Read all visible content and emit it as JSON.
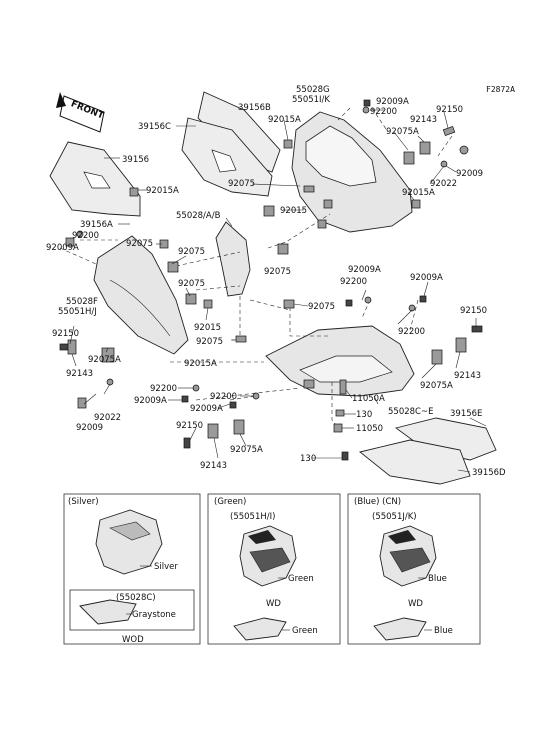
{
  "figure_code": "F2872A",
  "front_label": "FRONT",
  "labels": {
    "p39156B": "39156B",
    "p39156C": "39156C",
    "p39156": "39156",
    "p39156A": "39156A",
    "p92015A_top": "92015A",
    "p55028G": "55028G",
    "p55051IK": "55051I/K",
    "p92009A_top": "92009A",
    "p92200_top": "92200",
    "p92150_top": "92150",
    "p92143_top": "92143",
    "p92075A_top": "92075A",
    "p92009_top": "92009",
    "p92022_top": "92022",
    "p92015A_right": "92015A",
    "p92075_upper": "92075",
    "p92015_upper": "92015",
    "p92015A_left": "92015A",
    "p92200_left": "92200",
    "p92009A_left": "92009A",
    "p55028AB": "55028/A/B",
    "p92075_mid1": "92075",
    "p92075_mid2": "92075",
    "p92075_mid3": "92075",
    "p92075_mid4": "92075",
    "p92015_mid": "92015",
    "p92075_mid5": "92075",
    "p92015A_mid": "92015A",
    "p55028F": "55028F",
    "p55051HJ": "55051H/J",
    "p92150_left": "92150",
    "p92075A_left": "92075A",
    "p92143_left": "92143",
    "p92022_left": "92022",
    "p92009_left": "92009",
    "p92009A_c": "92009A",
    "p92200_c": "92200",
    "p92009A_r": "92009A",
    "p92200_r": "92200",
    "p92150_r": "92150",
    "p92075A_r": "92075A",
    "p92143_r": "92143",
    "p92200_b1": "92200",
    "p92009A_b1": "92009A",
    "p92200_b2": "92200",
    "p92009A_b2": "92009A",
    "p11050A": "11050A",
    "p130_a": "130",
    "p55028CE": "55028C~E",
    "p39156E": "39156E",
    "p11050": "11050",
    "p92150_b": "92150",
    "p92075A_b": "92075A",
    "p92143_b": "92143",
    "p130_b": "130",
    "p39156D": "39156D"
  },
  "variants": {
    "silver": {
      "header": "(Silver)",
      "color_label": "Silver",
      "sub_code": "(55028C)",
      "sub_color": "Graystone",
      "model": "WOD"
    },
    "green": {
      "header": "(Green)",
      "code": "(55051H/I)",
      "color_label": "Green",
      "model": "WD",
      "sub_color": "Green"
    },
    "blue": {
      "header": "(Blue)  (CN)",
      "code": "(55051J/K)",
      "color_label": "Blue",
      "model": "WD",
      "sub_color": "Blue"
    }
  }
}
